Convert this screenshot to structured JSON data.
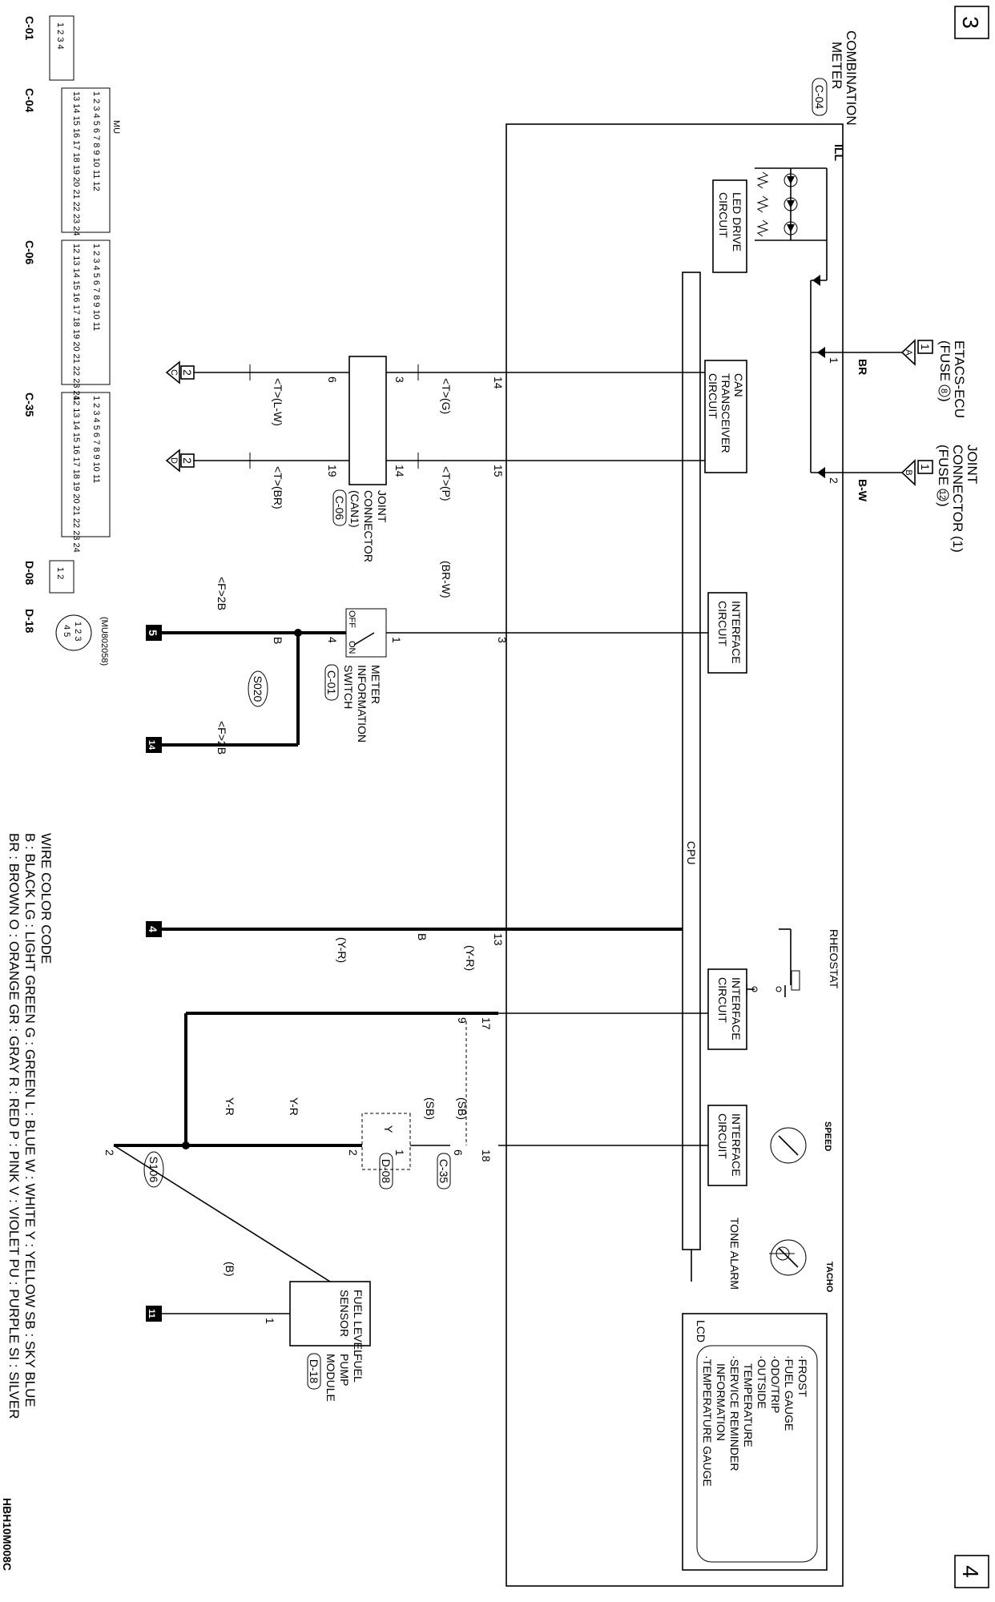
{
  "page_numbers": {
    "left": "3",
    "right": "4"
  },
  "main_component": {
    "name_line1": "COMBINATION",
    "name_line2": "METER",
    "connector": "C-04"
  },
  "internal_blocks": {
    "led_drive": [
      "LED DRIVE",
      "CIRCUIT"
    ],
    "can_transceiver": [
      "CAN",
      "TRANSCEIVER",
      "CIRCUIT"
    ],
    "interface1": [
      "INTERFACE",
      "CIRCUIT"
    ],
    "interface2": [
      "INTERFACE",
      "CIRCUIT"
    ],
    "interface3": [
      "INTERFACE",
      "CIRCUIT"
    ],
    "cpu": "CPU",
    "ill": "ILL",
    "rheostat": "RHEOSTAT",
    "speed": "SPEED",
    "tacho": "TACHO",
    "tone_alarm": "TONE ALARM",
    "lcd_label": "LCD",
    "lcd_items": [
      "·FROST",
      "·FUEL GAUGE",
      "·ODO/TRIP",
      "·OUTSIDE",
      "TEMPERATURE",
      "·SERVICE REMINDER",
      "INFORMATION",
      "·TEMPERATURE GAUGE"
    ]
  },
  "top_sources": {
    "etacs": {
      "line1": "ETACS-ECU",
      "line2": "(FUSE",
      "fuse": "8",
      "from_page": "1",
      "arrow": "A",
      "wire": "BR",
      "pin": "1"
    },
    "joint": {
      "line1": "JOINT",
      "line2": "CONNECTOR (1)",
      "line3": "(FUSE",
      "fuse": "12",
      "from_page": "1",
      "arrow": "B",
      "wire": "B-W",
      "pin": "2"
    }
  },
  "can": {
    "pin14": "14",
    "pin15": "15",
    "wire_g": "<T>(G)",
    "wire_p": "<T>(P)",
    "jc_pin3": "3",
    "jc_pin14": "14",
    "jc_pin6": "6",
    "jc_pin19": "19",
    "jc_label": [
      "JOINT",
      "CONNECTOR",
      "(CAN1)"
    ],
    "jc_connector": "C-06",
    "wire_lw": "<T>(L-W)",
    "wire_br": "<T>(BR)",
    "to_page": "2",
    "arrow_c": "C",
    "arrow_d": "D"
  },
  "meter_switch": {
    "pin3": "3",
    "wire": "(BR-W)",
    "pin1": "1",
    "pin4": "4",
    "off": "OFF",
    "on": "ON",
    "label": [
      "METER",
      "INFORMATION",
      "SWITCH"
    ],
    "connector": "C-01",
    "wire_b": "B",
    "splice": "S020",
    "wire_f2b_1": "<F>2B",
    "wire_f2b_2": "<F>2B",
    "ground1": "5",
    "ground2": "14"
  },
  "rheostat_ground": {
    "pin13": "13",
    "wire": "B",
    "ground": "4"
  },
  "fuel": {
    "pin17": "17",
    "wire_yr_top": "(Y-R)",
    "pin9": "9",
    "wire_yr_mid": "(Y-R)",
    "pin18": "18",
    "wire_sb_top": "(SB)",
    "pin6": "6",
    "conn_c35": "C-35",
    "wire_sb_mid": "(SB)",
    "pin_d08_1": "1",
    "pin_d08_2": "2",
    "conn_d08": "D-08",
    "wire_y": "Y",
    "wire_yr_a": "Y-R",
    "wire_yr_b": "Y-R",
    "splice": "S106",
    "sensor_pin2": "2",
    "sensor_pin1": "1",
    "sensor_label": [
      "FUEL LEVEL",
      "SENSOR"
    ],
    "module_label": [
      "FUEL",
      "PUMP",
      "MODULE"
    ],
    "module_conn": "D-18",
    "wire_b": "(B)",
    "ground": "11"
  },
  "connector_views": [
    {
      "name": "C-01",
      "rows": [
        [
          "1",
          "2",
          "3",
          "4"
        ]
      ]
    },
    {
      "name": "C-04",
      "tag": "MU",
      "rows": [
        [
          "1",
          "2",
          "3",
          "4",
          "5",
          "6",
          "7",
          "8",
          "9",
          "10",
          "11",
          "12"
        ],
        [
          "13",
          "14",
          "15",
          "16",
          "17",
          "18",
          "19",
          "20",
          "21",
          "22",
          "23",
          "24"
        ]
      ]
    },
    {
      "name": "C-06",
      "rows": [
        [
          "1",
          "2",
          "3",
          "4",
          "5",
          "",
          "6",
          "7",
          "8",
          "9",
          "10",
          "11"
        ],
        [
          "12",
          "13",
          "14",
          "15",
          "16",
          "17",
          "18",
          "19",
          "20",
          "21",
          "22",
          "23",
          "24"
        ]
      ]
    },
    {
      "name": "C-35",
      "rows": [
        [
          "1",
          "2",
          "3",
          "4",
          "5",
          "",
          "6",
          "7",
          "8",
          "9",
          "10",
          "11"
        ],
        [
          "12",
          "13",
          "14",
          "15",
          "16",
          "17",
          "18",
          "19",
          "20",
          "21",
          "22",
          "23",
          "24"
        ]
      ]
    },
    {
      "name": "D-08",
      "rows": [
        [
          "1",
          "2"
        ]
      ]
    },
    {
      "name": "D-18",
      "tag": "(MU802058)",
      "rows": [
        [
          "1",
          "2",
          "3"
        ],
        [
          "4",
          "5"
        ]
      ]
    }
  ],
  "color_code": {
    "title": "WIRE COLOR CODE",
    "line1": "B : BLACK   LG : LIGHT GREEN   G : GREEN   L : BLUE   W : WHITE   Y : YELLOW   SB : SKY BLUE",
    "line2": "BR : BROWN   O : ORANGE   GR : GRAY   R : RED   P : PINK   V : VIOLET   PU : PURPLE   SI : SILVER"
  },
  "figure_id": "HBH10M008C"
}
